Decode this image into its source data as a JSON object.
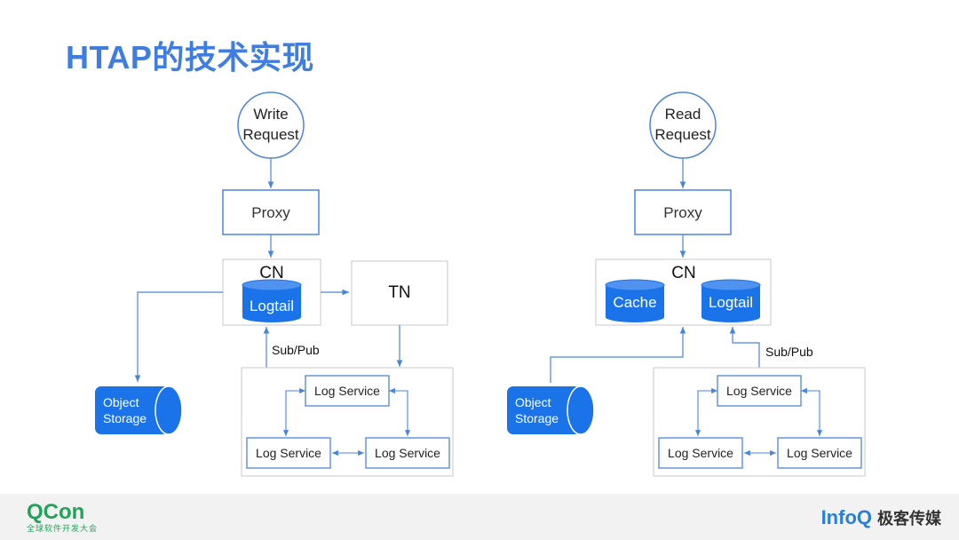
{
  "title": "HTAP的技术实现",
  "left": {
    "request": [
      "Write",
      "Request"
    ],
    "proxy": "Proxy",
    "cn": "CN",
    "logtail": "Logtail",
    "tn": "TN",
    "subpub": "Sub/Pub",
    "object_storage": [
      "Object",
      "Storage"
    ],
    "log_top": "Log Service",
    "log_left": "Log Service",
    "log_right": "Log Service"
  },
  "right": {
    "request": [
      "Read",
      "Request"
    ],
    "proxy": "Proxy",
    "cn": "CN",
    "cache": "Cache",
    "logtail": "Logtail",
    "subpub": "Sub/Pub",
    "object_storage": [
      "Object",
      "Storage"
    ],
    "log_top": "Log Service",
    "log_left": "Log Service",
    "log_right": "Log Service"
  },
  "footer": {
    "qcon": "QCon",
    "qcon_sub": "全球软件开发大会",
    "infoq": "InfoQ",
    "infoq_cn": "极客传媒"
  },
  "colors": {
    "title": "#3f7ee0",
    "line": "#4a86d8",
    "cylinder": "#1a73e8",
    "box_border": "#c8c8c8"
  }
}
